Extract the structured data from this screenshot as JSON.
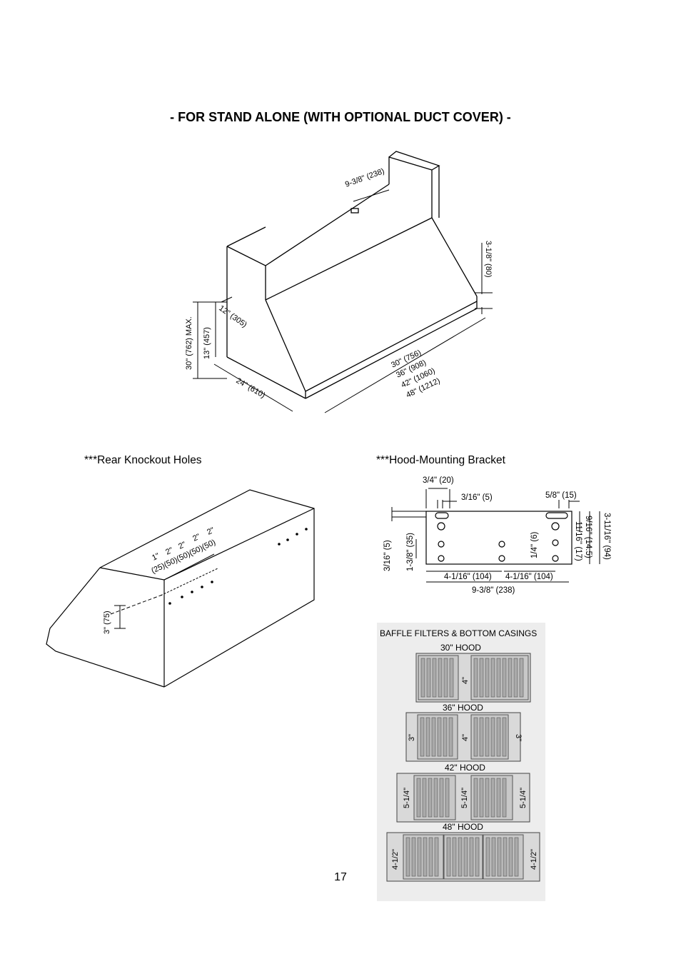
{
  "title": "- FOR STAND ALONE (WITH OPTIONAL DUCT COVER) -",
  "hood": {
    "duct_width": "9-3/8\" (238)",
    "lip_height": "3-1/8\" (80)",
    "duct_depth": "12\" (305)",
    "max_height": "30\" (762) MAX.",
    "hood_height": "13\" (457)",
    "depth": "24\" (610)",
    "widths": [
      "30\" (756)",
      "36\" (908)",
      "42\" (1060)",
      "48\" (1212)"
    ]
  },
  "knockout": {
    "caption": "***Rear Knockout Holes",
    "spacings": [
      "1\"",
      "2\"",
      "2\"",
      "2\"",
      "2\""
    ],
    "spacings_mm": "(25)(50)(50)(50)(50)",
    "vertical": "3\" (75)"
  },
  "bracket": {
    "caption": "***Hood-Mounting Bracket",
    "dims": {
      "a": "3/4\" (20)",
      "b": "3/16\" (5)",
      "c": "5/8\" (15)",
      "d": "3/16\" (5)",
      "e": "1-3/8\" (35)",
      "f": "1/4\" (6)",
      "g": "11/16\" (17)",
      "h": "9/16\" (14.5)",
      "i": "3-11/16\" (94)",
      "j": "4-1/16\" (104)",
      "k": "4-1/16\" (104)",
      "l": "9-3/8\" (238)"
    }
  },
  "baffles": {
    "heading": "BAFFLE FILTERS & BOTTOM CASINGS",
    "hoods": [
      {
        "label": "30\" HOOD",
        "center": "4\""
      },
      {
        "label": "36\" HOOD",
        "side": "3\"",
        "center": "4\""
      },
      {
        "label": "42\" HOOD",
        "side": "5-1/4\"",
        "center": "5-1/4\""
      },
      {
        "label": "48\" HOOD",
        "side": "4-1/2\""
      }
    ]
  },
  "page_number": "17"
}
